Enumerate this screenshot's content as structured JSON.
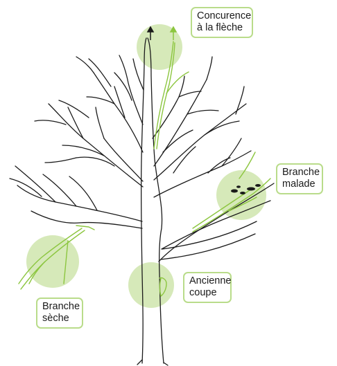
{
  "labels": {
    "concurrence": [
      "Concurence",
      "à la flèche"
    ],
    "malade": [
      "Branche",
      "malade"
    ],
    "ancienne": [
      "Ancienne",
      "coupe"
    ],
    "seche": [
      "Branche",
      "sèche"
    ]
  },
  "colors": {
    "highlight_circle": "#d6e9b9",
    "callout_border": "#b9dc8a",
    "green_stroke": "#8cc63f",
    "tree_stroke": "#1a1a1a"
  }
}
